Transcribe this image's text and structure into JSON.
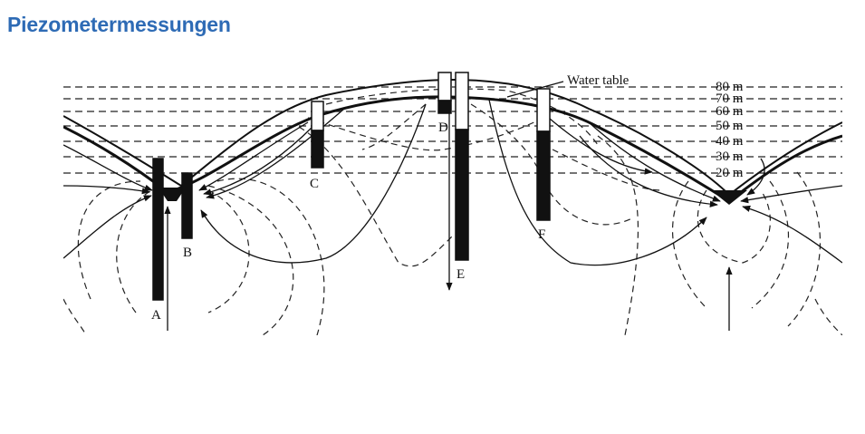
{
  "title": "Piezometermessungen",
  "water_table_label": "Water table",
  "elevations": [
    "80 m",
    "70 m",
    "60 m",
    "50 m",
    "40 m",
    "30 m",
    "20 m"
  ],
  "wells": [
    "A",
    "B",
    "C",
    "D",
    "E",
    "F"
  ]
}
